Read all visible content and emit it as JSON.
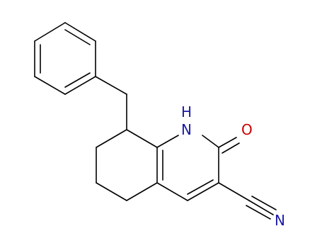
{
  "atoms": {
    "nh": {
      "label": "H",
      "label_n": "N",
      "color": "#1a1aa6"
    },
    "oxygen": {
      "label": "O",
      "color": "#cc0000"
    },
    "nitrile_n": {
      "label": "N",
      "color": "#1a1aa6"
    }
  },
  "colors": {
    "bond": "#000000",
    "background": "#ffffff"
  }
}
